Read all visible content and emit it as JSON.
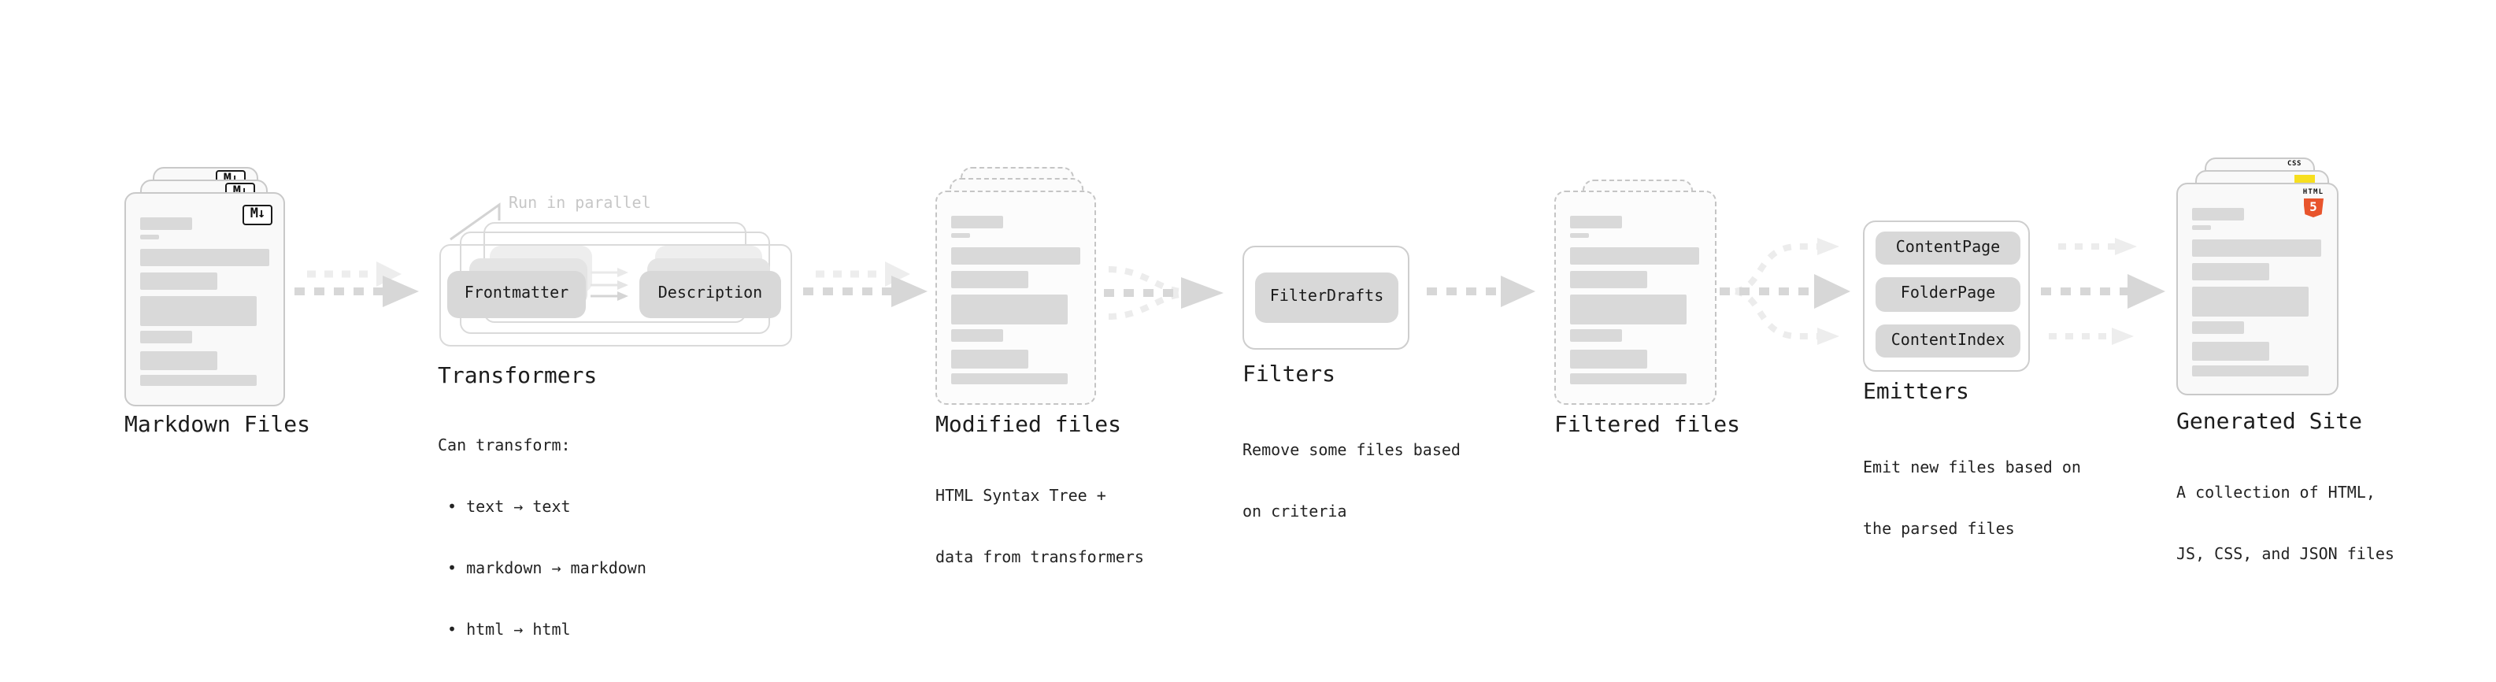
{
  "stages": {
    "markdown": {
      "label": "Markdown Files",
      "badge": "M↓"
    },
    "transformers": {
      "label": "Transformers",
      "callout": "Run in parallel",
      "pill_frontmatter": "Frontmatter",
      "pill_description": "Description",
      "desc_title": "Can transform:",
      "bullet_1": "• text → text",
      "bullet_2": "• markdown → markdown",
      "bullet_3": "• html → html"
    },
    "modified": {
      "label": "Modified files",
      "desc_line_1": "HTML Syntax Tree +",
      "desc_line_2": "data from transformers"
    },
    "filters": {
      "label": "Filters",
      "pill_filterdrafts": "FilterDrafts",
      "desc_line_1": "Remove some files based",
      "desc_line_2": "on criteria"
    },
    "filtered": {
      "label": "Filtered files"
    },
    "emitters": {
      "label": "Emitters",
      "pill_contentpage": "ContentPage",
      "pill_folderpage": "FolderPage",
      "pill_contentindex": "ContentIndex",
      "desc_line_1": "Emit new files based on",
      "desc_line_2": "the parsed files"
    },
    "generated": {
      "label": "Generated Site",
      "desc_line_1": "A collection of HTML,",
      "desc_line_2": "JS, CSS, and JSON files",
      "badge_css": "CSS",
      "badge_html_word": "HTML",
      "badge_html_5": "5"
    }
  },
  "colors": {
    "html5_orange": "#e8542c",
    "js_yellow": "#f7df1e",
    "css_blue": "#2965f1",
    "placeholder_gray": "#d9d9d9",
    "pill_gray": "#d8d8d8",
    "arrow_gray": "#d7d7d7"
  }
}
